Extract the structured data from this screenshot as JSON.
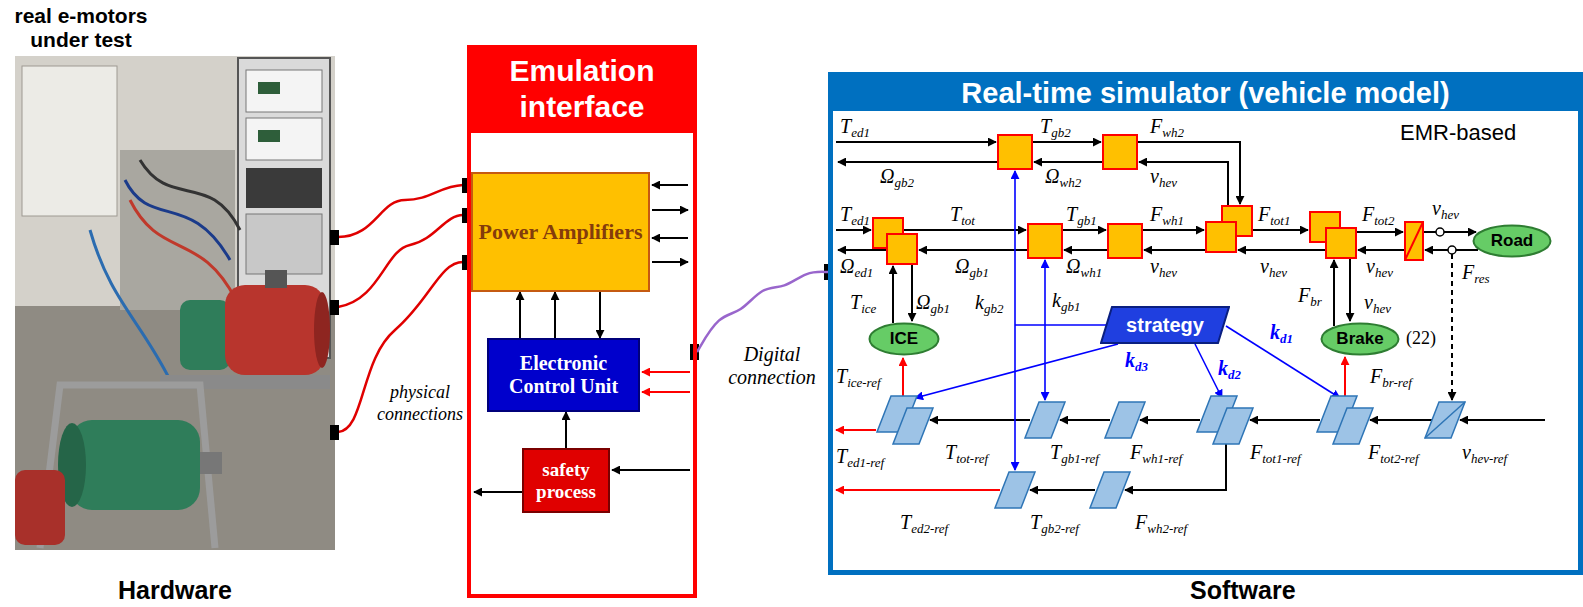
{
  "diagram": {
    "nodes": [
      {
        "text": [
          "Emulation interface"
        ]
      },
      {
        "text": [
          "Power Amplifiers"
        ],
        "in": 0
      },
      {
        "text": [
          "Electronic Control Unit"
        ],
        "in": 0
      },
      {
        "text": [
          "safety process"
        ],
        "in": 0
      },
      {
        "text": [
          "Real-time simulator (vehicle model)"
        ]
      },
      {
        "text": [
          "ICE"
        ],
        "in": 4
      },
      {
        "text": [
          "strategy"
        ],
        "in": 4
      },
      {
        "text": [
          "Brake"
        ],
        "in": 4
      },
      {
        "text": [
          "Road"
        ],
        "in": 4
      }
    ],
    "edges": [
      {
        "from": 2,
        "to": 1,
        "arrow": "to"
      },
      {
        "from": 2,
        "to": 1,
        "arrow": "to"
      },
      {
        "from": 1,
        "to": 2,
        "arrow": "to"
      },
      {
        "from": 3,
        "to": 2,
        "arrow": "to"
      },
      {
        "from": 0,
        "to": 4,
        "arrow": "none",
        "label": "Digital connection"
      }
    ],
    "labels": [
      "real e-motors under test",
      "Hardware",
      "physical connections",
      "Software",
      "EMR-based",
      "Ted1",
      "Tgb2",
      "Fwh2",
      "Ωgb2",
      "Ωwh2",
      "vhev",
      "Ted1",
      "Ttot",
      "Tgb1",
      "Fwh1",
      "Ftot1",
      "Ftot2",
      "vhev",
      "Ωed1",
      "Ωgb1",
      "Ωwh1",
      "vhev",
      "vhev",
      "vhev",
      "Fres",
      "Tice",
      "Ωgb1",
      "kgb2",
      "kgb1",
      "Fbr",
      "vhev",
      "kd1",
      "kd3",
      "kd2",
      "(22)",
      "Tice-ref",
      "Fbr-ref",
      "Ted1-ref",
      "Ttot-ref",
      "Tgb1-ref",
      "Fwh1-ref",
      "Ftot1-ref",
      "Ftot2-ref",
      "vhev-ref",
      "Ted2-ref",
      "Tgb2-ref",
      "Fwh2-ref"
    ]
  }
}
